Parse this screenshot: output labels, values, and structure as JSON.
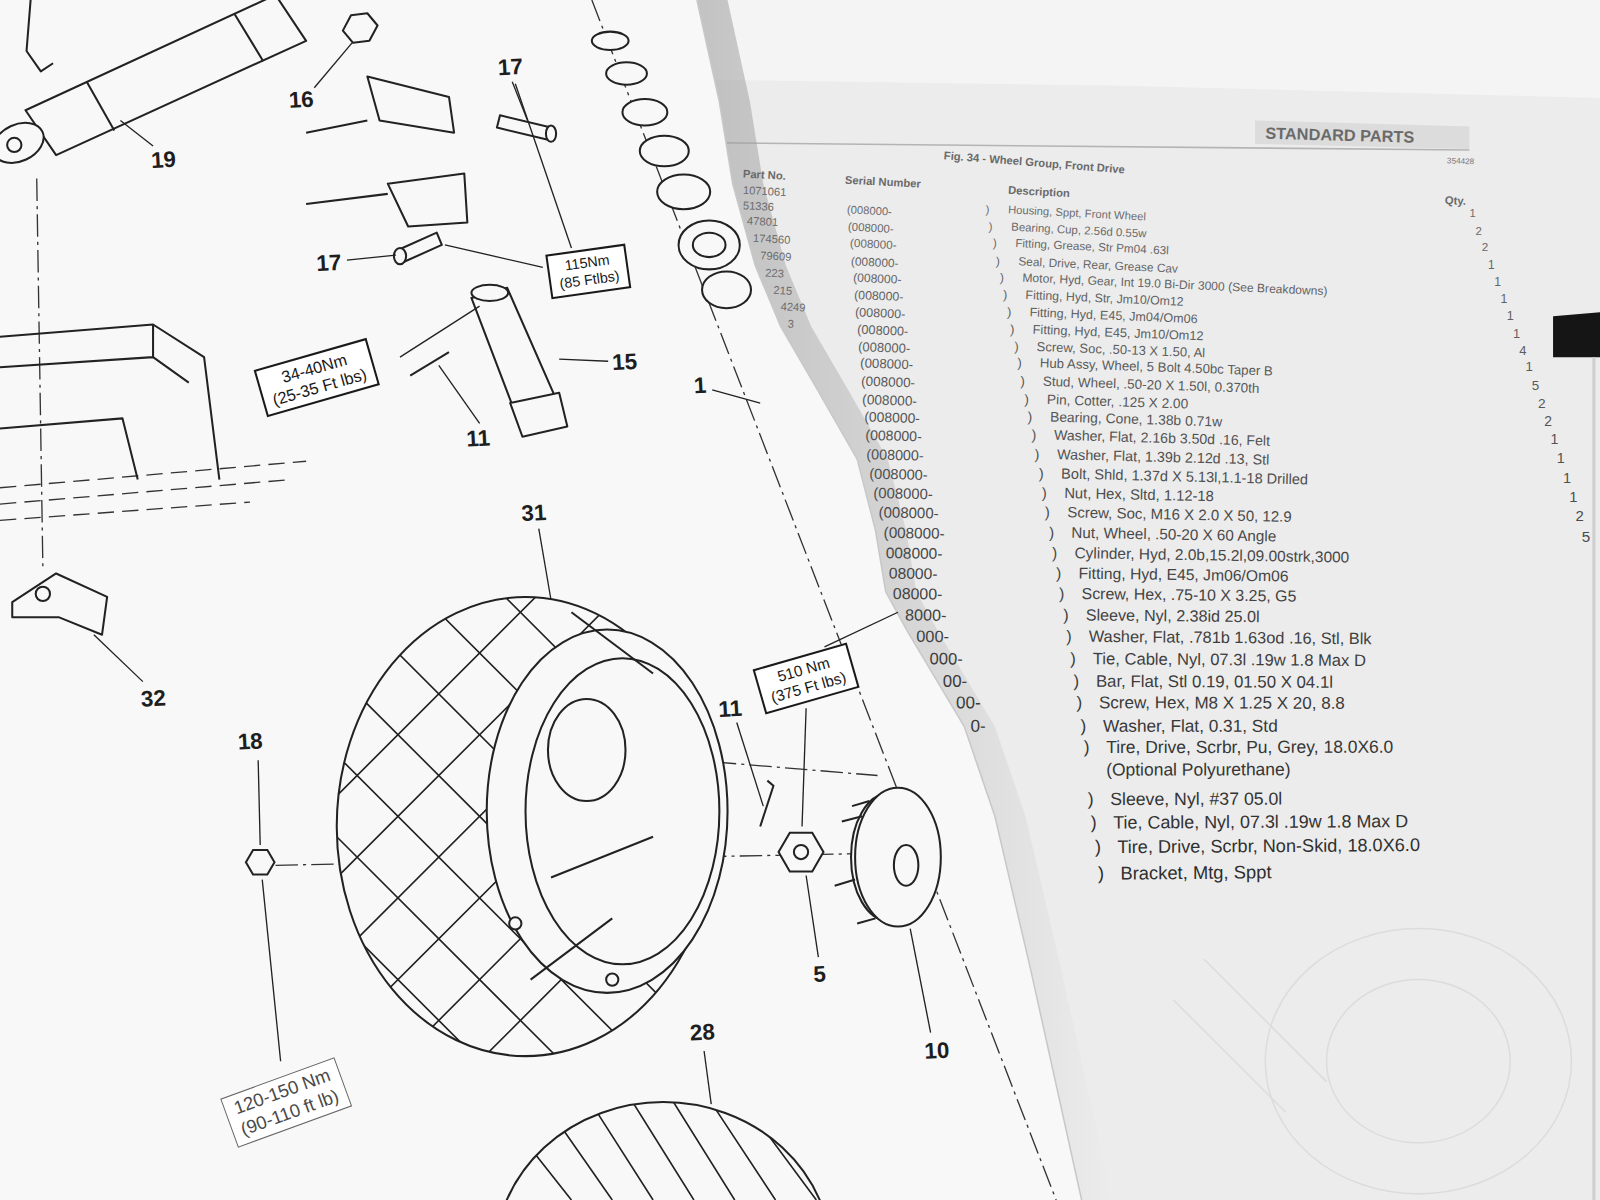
{
  "diagram": {
    "nodes": [
      {
        "text": [
          "115Nm (85 Ftlbs)"
        ]
      },
      {
        "text": [
          "34-40Nm (25-35 Ft lbs)"
        ]
      },
      {
        "text": [
          "510 Nm (375 Ft lbs)"
        ]
      },
      {
        "text": [
          "120-150 Nm (90-110 ft lb)"
        ]
      }
    ],
    "labels": [
      "16",
      "17",
      "19",
      "17",
      "15",
      "11",
      "1",
      "31",
      "32",
      "18",
      "11",
      "5",
      "28",
      "10",
      "STANDARD PARTS",
      "Fig. 34 - Wheel Group, Front Drive",
      "354428",
      "Part No.",
      "Serial Number",
      "Description",
      "Qty.",
      "1071061",
      "51336",
      "47801",
      "174560",
      "79609",
      "223",
      "215",
      "4249",
      "3",
      "(008000-",
      "(008000-",
      "(008000-",
      "(008000-",
      "(008000-",
      "(008000-",
      "(008000-",
      "(008000-",
      "(008000-",
      "(008000-",
      "(008000-",
      "(008000-",
      "(008000-",
      "(008000-",
      "(008000-",
      "(008000-",
      "(008000-",
      "(008000-",
      "(008000-",
      "008000-",
      "08000-",
      "08000-",
      "8000-",
      "000-",
      "000-",
      "00-",
      "00-",
      "0-",
      ")",
      ")",
      ")",
      ")",
      ")",
      ")",
      ")",
      ")",
      ")",
      ")",
      ")",
      ")",
      ")",
      ")",
      ")",
      ")",
      ")",
      ")",
      ")",
      ")",
      ")",
      ")",
      ")",
      ")",
      ")",
      ")",
      ")",
      ")",
      ")",
      ")",
      ")",
      ")",
      ")",
      "Housing, Sppt, Front Wheel",
      "Bearing, Cup, 2.56d 0.55w",
      "Fitting, Grease, Str Pm04 .63l",
      "Seal, Drive, Rear, Grease Cav",
      "Motor, Hyd, Gear, Int 19.0 Bi-Dir 3000 (See Breakdowns)",
      "Fitting, Hyd, Str, Jm10/Om12",
      "Fitting, Hyd, E45, Jm04/Om06",
      "Fitting, Hyd, E45, Jm10/Om12",
      "Screw, Soc, .50-13 X 1.50, Al",
      "Hub Assy, Wheel, 5 Bolt 4.50bc Taper B",
      "Stud, Wheel, .50-20 X 1.50l, 0.370th",
      "Pin, Cotter, .125 X 2.00",
      "Bearing, Cone, 1.38b 0.71w",
      "Washer, Flat, 2.16b 3.50d .16, Felt",
      "Washer, Flat, 1.39b 2.12d .13, Stl",
      "Bolt, Shld, 1.37d X 5.13l,1.1-18 Drilled",
      "Nut, Hex, Sltd, 1.12-18",
      "Screw, Soc, M16 X 2.0 X 50, 12.9",
      "Nut, Wheel, .50-20 X 60 Angle",
      "Cylinder, Hyd, 2.0b,15.2l,09.00strk,3000",
      "Fitting, Hyd, E45, Jm06/Om06",
      "Screw, Hex, .75-10 X 3.25, G5",
      "Sleeve, Nyl, 2.38id 25.0l",
      "Washer, Flat, .781b 1.63od .16, Stl, Blk",
      "Tie, Cable, Nyl, 07.3l .19w 1.8 Max D",
      "Bar, Flat, Stl 0.19, 01.50 X 04.1l",
      "Screw, Hex, M8 X 1.25 X 20, 8.8",
      "Washer, Flat, 0.31, Std",
      "Tire, Drive, Scrbr, Pu, Grey, 18.0X6.0 (Optional Polyurethane)",
      "Sleeve, Nyl, #37 05.0l",
      "Tie, Cable, Nyl, 07.3l .19w 1.8 Max D",
      "Tire, Drive, Scrbr, Non-Skid, 18.0X6.0",
      "Bracket, Mtg, Sppt",
      "1",
      "2",
      "2",
      "1",
      "1",
      "1",
      "1",
      "1",
      "4",
      "1",
      "5",
      "2",
      "2",
      "1",
      "1",
      "1",
      "1",
      "2",
      "5"
    ]
  }
}
